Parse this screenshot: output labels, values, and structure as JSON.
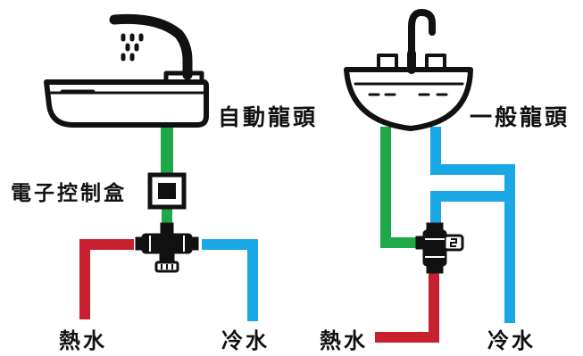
{
  "labels": {
    "auto_faucet": "自動龍頭",
    "controller_box": "電子控制盒",
    "regular_faucet": "一般龍頭",
    "left_hot": "熱水",
    "left_cold": "冷水",
    "right_hot": "熱水",
    "right_cold": "冷水"
  },
  "colors": {
    "hot_water": "#c8202e",
    "cold_water": "#1aa7e6",
    "mixed_water": "#1fa84a",
    "outline": "#111111",
    "background": "#ffffff"
  },
  "icons": {
    "left_basin": "sensor-faucet-sink-icon",
    "right_basin": "standard-faucet-sink-icon",
    "box": "control-box-icon",
    "left_valve": "tee-valve-icon",
    "right_valve": "tee-valve-icon"
  }
}
